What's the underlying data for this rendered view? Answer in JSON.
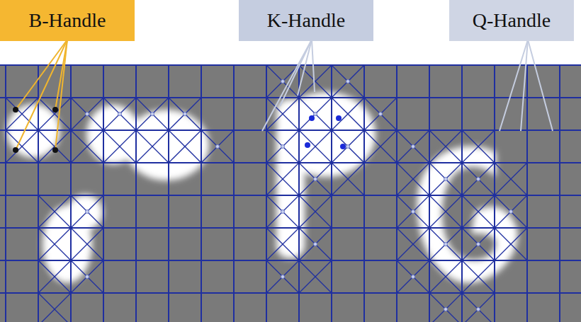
{
  "diagram": {
    "nodes": [
      {
        "text": [
          "B-Handle"
        ]
      },
      {
        "text": [
          "K-Handle"
        ]
      },
      {
        "text": [
          "Q-Handle"
        ]
      }
    ]
  }
}
